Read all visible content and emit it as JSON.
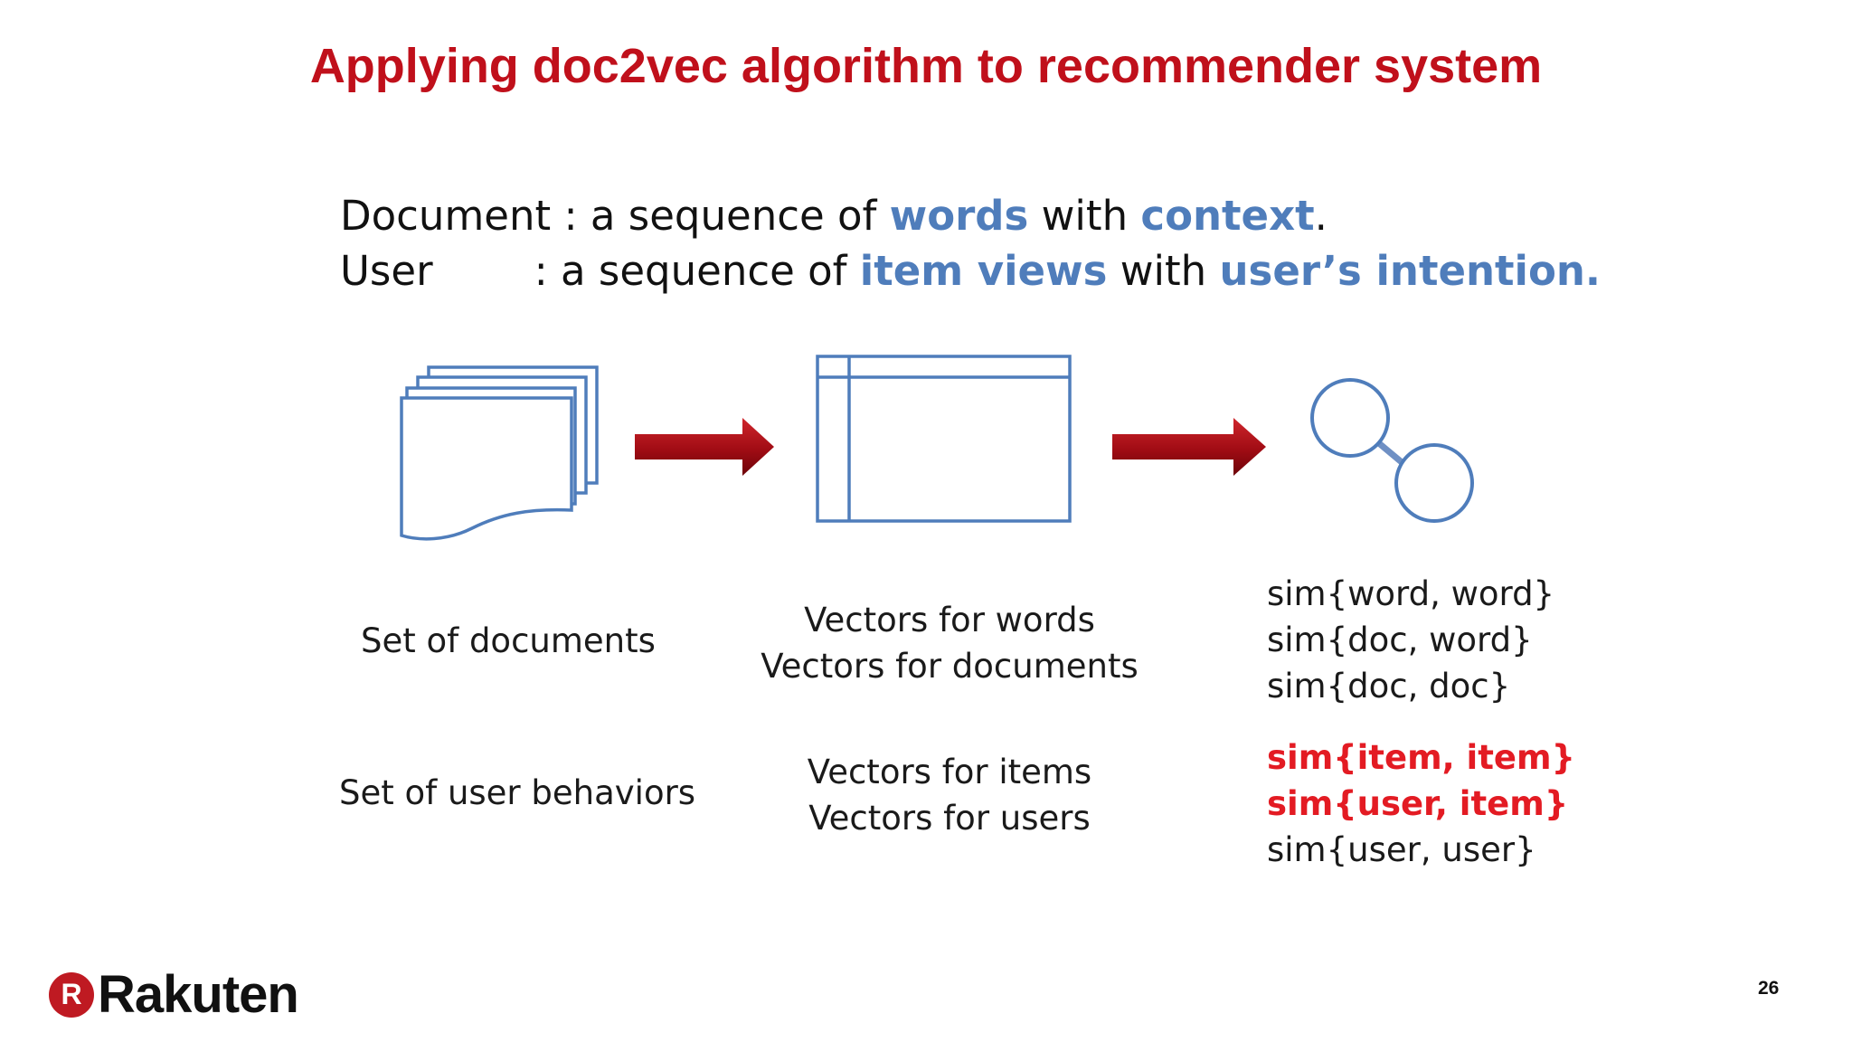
{
  "title": "Applying doc2vec algorithm to recommender system",
  "definitions": {
    "document": {
      "term": "Document",
      "sep": " : a sequence of ",
      "hl1": "words",
      "mid": " with ",
      "hl2": "context",
      "end": "."
    },
    "user": {
      "term": "User",
      "sep": ": a sequence of ",
      "hl1": "item views",
      "mid": " with ",
      "hl2": "user’s intention."
    }
  },
  "columns": {
    "input": {
      "row1": "Set of documents",
      "row2": "Set of user behaviors"
    },
    "vectors": {
      "row1": [
        "Vectors for words",
        "Vectors for documents"
      ],
      "row2": [
        "Vectors for items",
        "Vectors for users"
      ]
    },
    "similarity": {
      "row1": [
        "sim{word, word}",
        "sim{doc, word}",
        "sim{doc, doc}"
      ],
      "row2": [
        "sim{item, item}",
        "sim{user, item}",
        "sim{user, user}"
      ]
    }
  },
  "colors": {
    "title": "#c0101b",
    "highlight": "#4f7dbb",
    "emphasis": "#e31b23",
    "icon_stroke": "#4f7dbb",
    "arrow": "#b0101a"
  },
  "logo": {
    "mark": "R",
    "text": "Rakuten"
  },
  "page_number": "26"
}
